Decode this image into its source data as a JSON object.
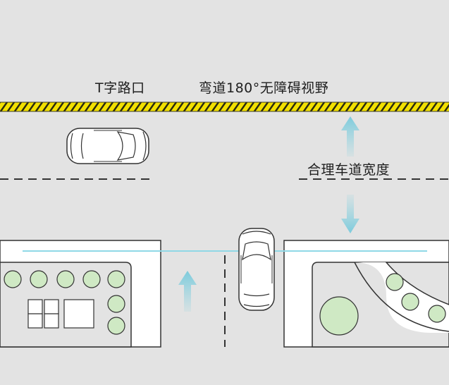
{
  "labels": {
    "t_intersection": "T字路口",
    "curve_visibility": "弯道180°无障碍视野",
    "lane_width": "合理车道宽度"
  },
  "colors": {
    "background": "#e3e3e3",
    "sidewalk": "#ffffff",
    "tree_fill": "#cfe9c4",
    "hazard_yellow": "#f2e000",
    "arrow_blue": "#8fd3e0",
    "sightline": "#8fd8e6",
    "outline": "#333333"
  },
  "icons": [
    "car-icon",
    "tree-icon",
    "building-icon",
    "arrow-icon",
    "center-line"
  ]
}
